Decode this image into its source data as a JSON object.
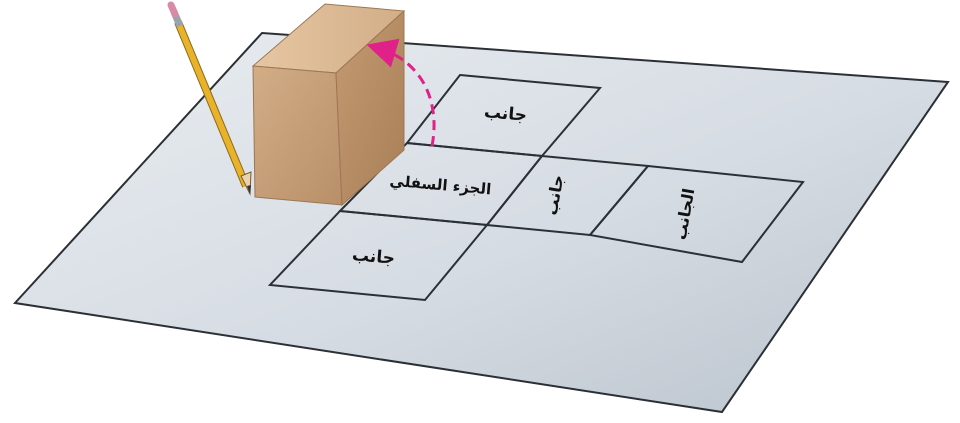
{
  "diagram": {
    "net_labels": {
      "side_top": "جانب",
      "bottom_face": "الجزء السفلي",
      "middle": "جانب",
      "far_right": "الجانب",
      "side_bottom": "جانب"
    },
    "colors": {
      "paper_light": "#dfe4ea",
      "paper_dark": "#b8c1cc",
      "outline": "#2b2f36",
      "box_front": "#c9a27a",
      "box_top": "#dcb994",
      "box_side": "#b58d66",
      "arrow": "#e0218a",
      "pencil_body": "#e8b32a",
      "pencil_eraser": "#d98aa6",
      "pencil_ferrule": "#9aa2ab"
    },
    "icons": [
      "pencil-icon",
      "box-icon",
      "curved-arrow-icon"
    ]
  }
}
